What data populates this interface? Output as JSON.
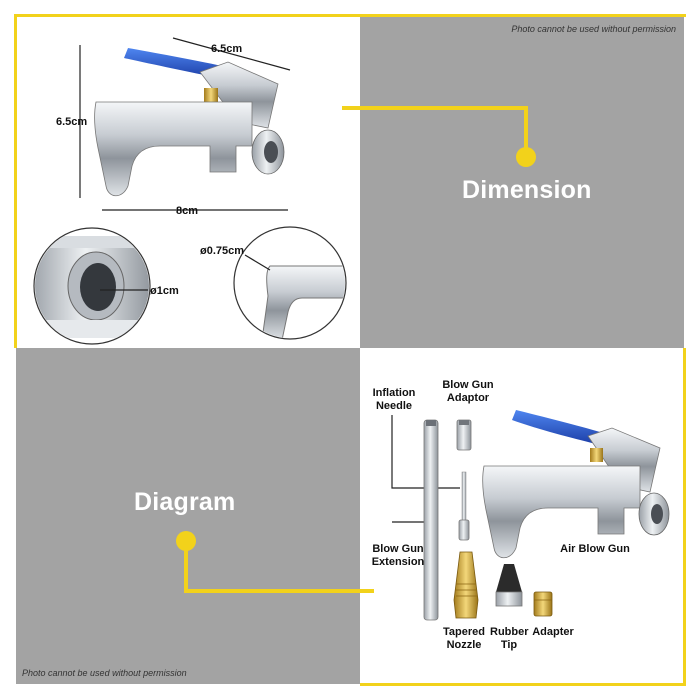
{
  "watermark_top": "Photo cannot be used without permission",
  "watermark_bottom": "Photo cannot be used without permission",
  "dimension_section": {
    "title": "Dimension",
    "width_top": "6.5cm",
    "height_left": "6.5cm",
    "length_bottom": "8cm",
    "inner_diameter": "ø1cm",
    "nozzle_diameter": "ø0.75cm"
  },
  "diagram_section": {
    "title": "Diagram",
    "parts": {
      "inflation_needle": "Inflation Needle",
      "blow_gun_adaptor": "Blow Gun Adaptor",
      "blow_gun_extension": "Blow Gun Extension",
      "air_blow_gun": "Air Blow Gun",
      "tapered_nozzle": "Tapered Nozzle",
      "rubber_tip": "Rubber Tip",
      "adapter": "Adapter"
    }
  },
  "colors": {
    "accent_yellow": "#f2d21b",
    "panel_gray": "#a3a3a3",
    "handle_blue": "#2a5bd7"
  }
}
